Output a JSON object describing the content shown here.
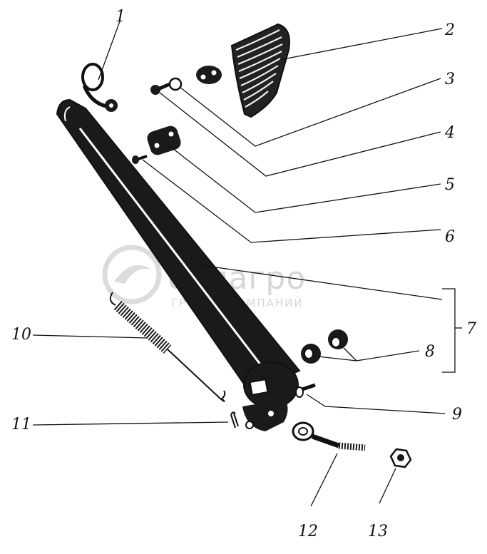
{
  "watermark": {
    "brand": "белагро",
    "tagline": "ГРУППА КОМПАНИЙ"
  },
  "callouts": [
    "1",
    "2",
    "3",
    "4",
    "5",
    "6",
    "7",
    "8",
    "9",
    "10",
    "11",
    "12",
    "13"
  ]
}
